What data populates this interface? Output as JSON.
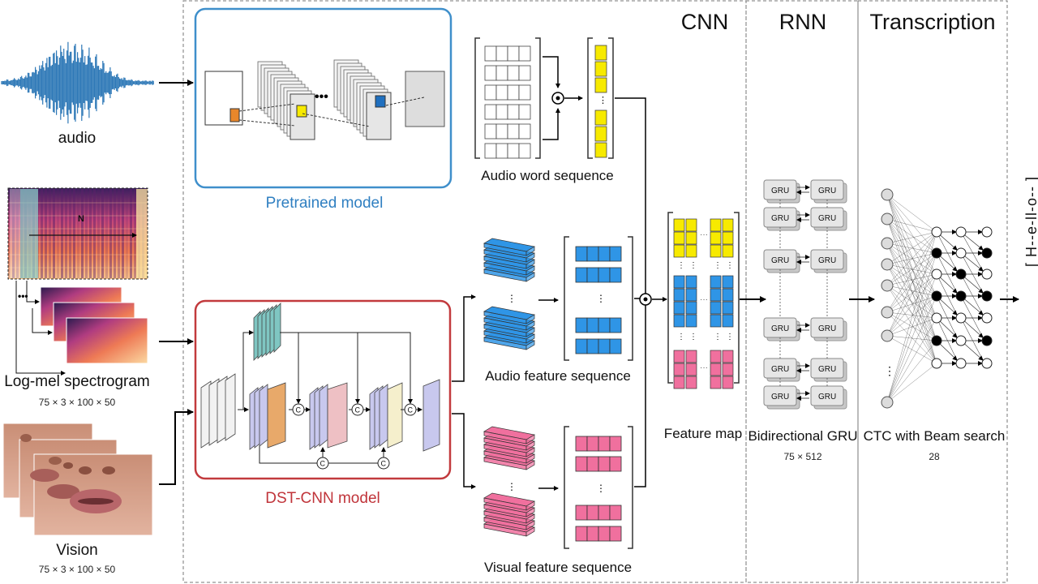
{
  "inputs": {
    "audio_label": "audio",
    "spectrogram_label": "Log-mel spectrogram",
    "spectrogram_dims": "75 × 3 × 100 × 50",
    "spectrogram_n": "N",
    "vision_label": "Vision",
    "vision_dims": "75 × 3 × 100 × 50"
  },
  "models": {
    "pretrained_label": "Pretrained model",
    "dstcnn_label": "DST-CNN model"
  },
  "sequences": {
    "audio_word": "Audio word sequence",
    "audio_feature": "Audio feature sequence",
    "visual_feature": "Visual feature sequence"
  },
  "sections": {
    "cnn": "CNN",
    "rnn": "RNN",
    "transcription": "Transcription"
  },
  "feature_map": {
    "label": "Feature map"
  },
  "rnn_block": {
    "label": "Bidirectional GRU",
    "dims": "75 × 512",
    "cell_label": "GRU"
  },
  "ctc_block": {
    "label": "CTC with Beam search",
    "dims": "28"
  },
  "output": {
    "text": "[ H--e-ll-o-- ]"
  },
  "colors": {
    "yellow": "#f7ea00",
    "blue": "#2f95e6",
    "pink": "#f0709e",
    "teal": "#7fc6c2",
    "lavender": "#c8c8ee",
    "orange": "#e8a96a",
    "rose": "#eec0c4",
    "cream": "#f5efcc",
    "waveform": "#2e78b7",
    "pretrained_border": "#3f8fcb",
    "dstcnn_border": "#c23a3d"
  }
}
